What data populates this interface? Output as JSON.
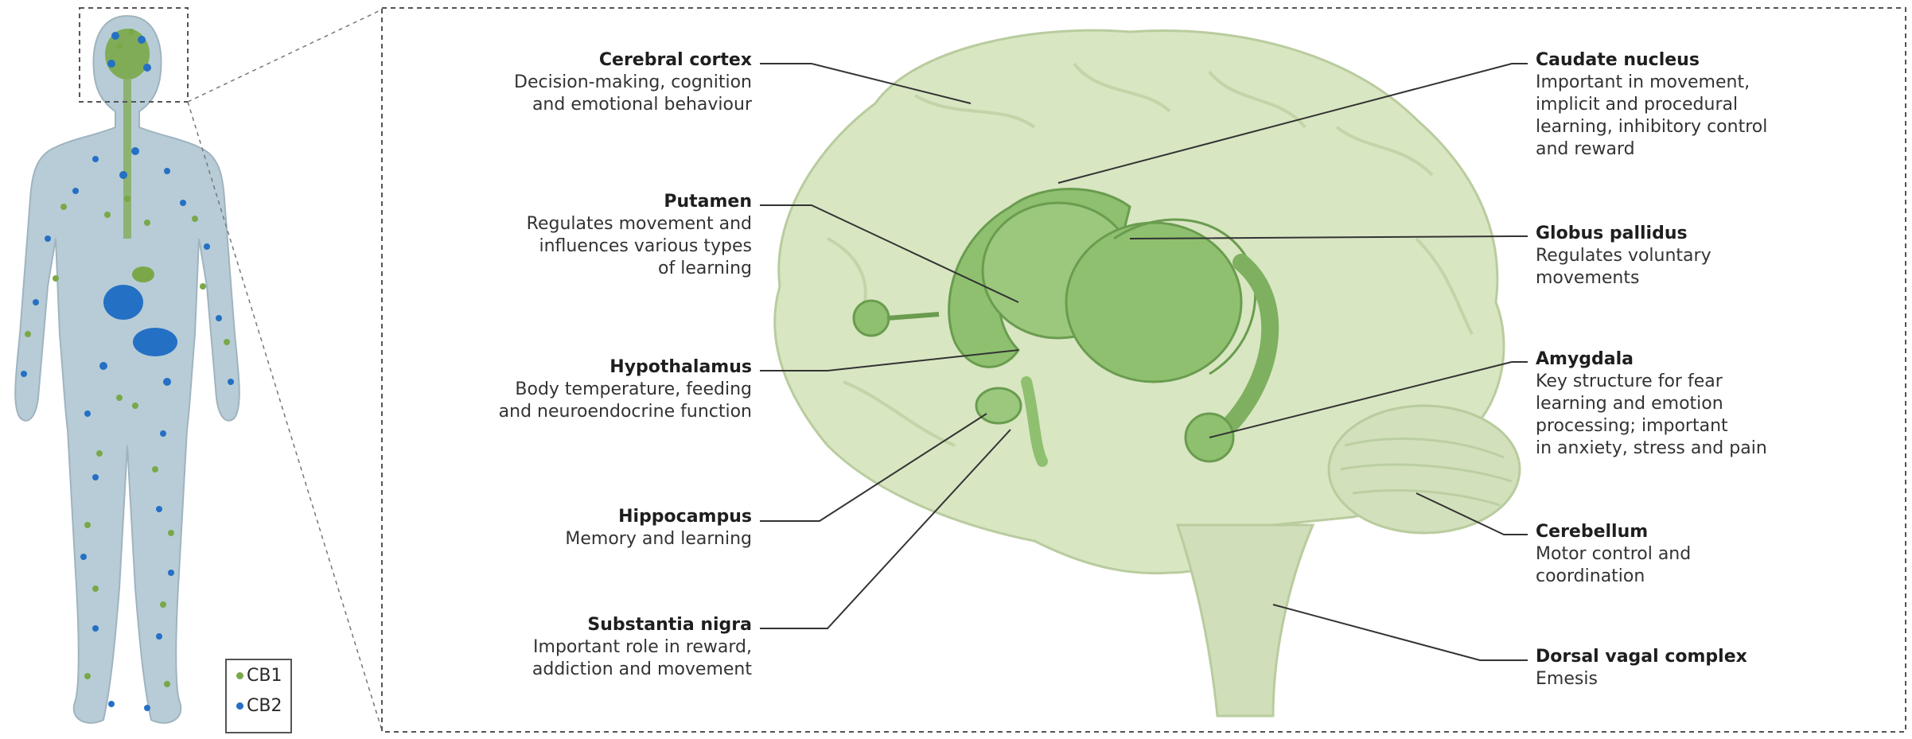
{
  "colors": {
    "cb1": "#7aa849",
    "cb2": "#2470c4",
    "body_fill": "#b7ccd6",
    "brain_fill": "#d8e6c2",
    "structure_fill": "#8fc06f"
  },
  "legend": {
    "cb1_label": "CB1",
    "cb2_label": "CB2"
  },
  "labels": {
    "cerebral_cortex": {
      "title": "Cerebral cortex",
      "desc": "Decision-making, cognition\nand emotional behaviour"
    },
    "putamen": {
      "title": "Putamen",
      "desc": "Regulates movement and\ninfluences various types\nof learning"
    },
    "hypothalamus": {
      "title": "Hypothalamus",
      "desc": "Body temperature, feeding\nand neuroendocrine function"
    },
    "hippocampus": {
      "title": "Hippocampus",
      "desc": "Memory and learning"
    },
    "substantia_nigra": {
      "title": "Substantia nigra",
      "desc": "Important role in reward,\naddiction and movement"
    },
    "caudate_nucleus": {
      "title": "Caudate nucleus",
      "desc": "Important in movement,\nimplicit and procedural\nlearning, inhibitory control\nand reward"
    },
    "globus_pallidus": {
      "title": "Globus pallidus",
      "desc": "Regulates voluntary\nmovements"
    },
    "amygdala": {
      "title": "Amygdala",
      "desc": "Key structure for fear\nlearning and emotion\nprocessing; important\nin anxiety, stress and pain"
    },
    "cerebellum": {
      "title": "Cerebellum",
      "desc": "Motor control and\ncoordination"
    },
    "dorsal_vagal_complex": {
      "title": "Dorsal vagal complex",
      "desc": "Emesis"
    }
  }
}
